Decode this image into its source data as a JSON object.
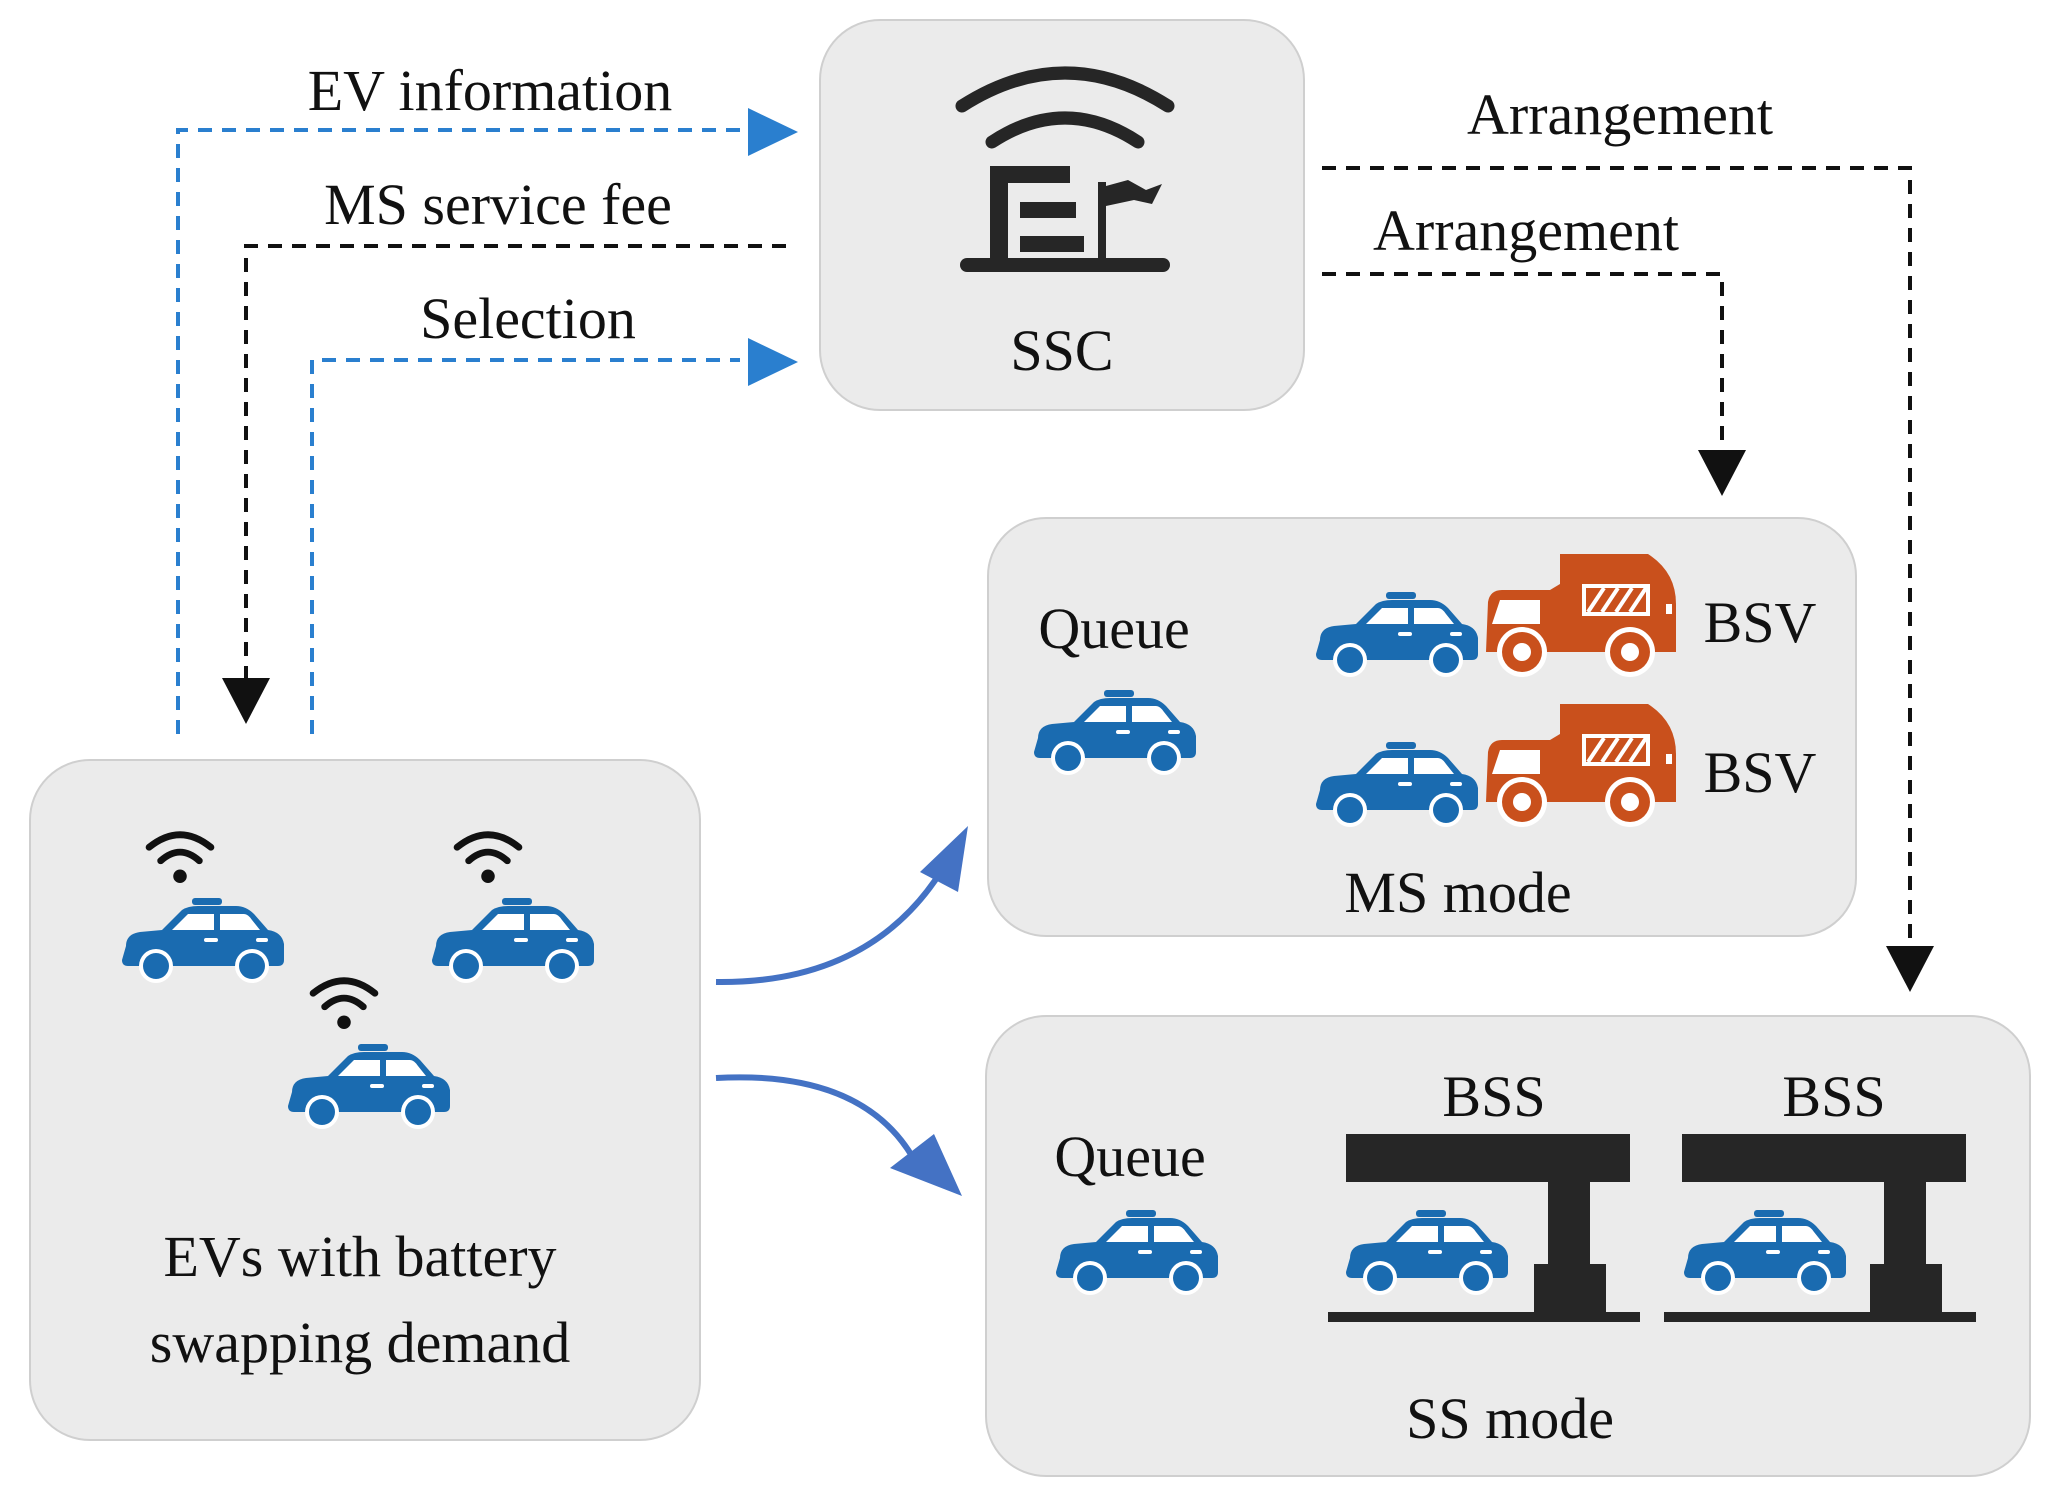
{
  "ssc": {
    "label": "SSC"
  },
  "ev_group": {
    "label_line1": "EVs with battery",
    "label_line2": "swapping demand"
  },
  "ms_mode": {
    "queue_label": "Queue",
    "bsv_label_1": "BSV",
    "bsv_label_2": "BSV",
    "mode_label": "MS mode"
  },
  "ss_mode": {
    "queue_label": "Queue",
    "bss_label_1": "BSS",
    "bss_label_2": "BSS",
    "mode_label": "SS mode"
  },
  "flows": {
    "ev_information": "EV information",
    "ms_service_fee": "MS service fee",
    "selection": "Selection",
    "arrangement_ms": "Arrangement",
    "arrangement_ss": "Arrangement"
  },
  "colors": {
    "car_blue": "#1a6bb0",
    "truck_orange": "#c9501c",
    "dark": "#262626",
    "dashed_blue": "#2a7fcf",
    "curve_blue": "#4472c4",
    "box_fill": "#ebebeb"
  },
  "icons": {
    "car": "car-icon",
    "truck": "truck-icon",
    "wifi": "wifi-icon",
    "station": "station-icon"
  }
}
